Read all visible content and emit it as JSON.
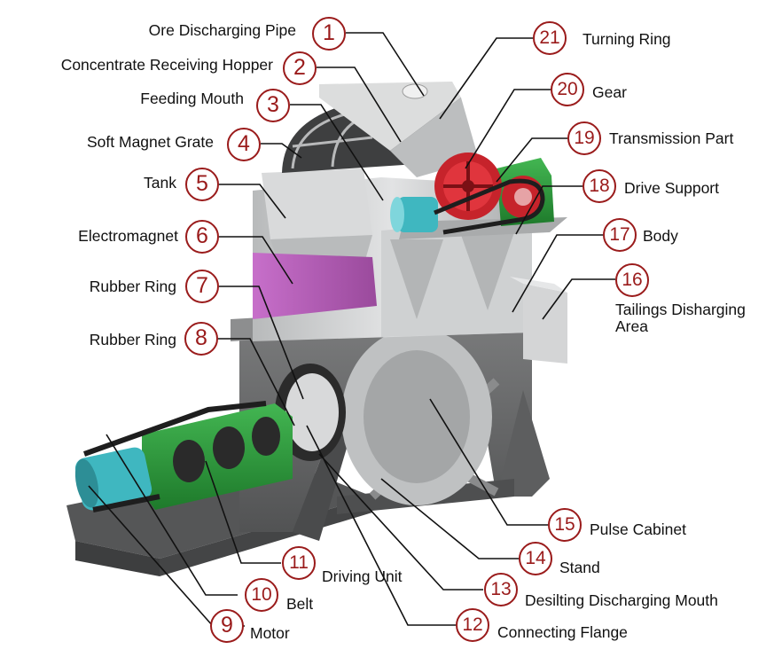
{
  "parts": [
    {
      "num": "1",
      "label": "Ore Discharging Pipe"
    },
    {
      "num": "2",
      "label": "Concentrate Receiving Hopper"
    },
    {
      "num": "3",
      "label": "Feeding Mouth"
    },
    {
      "num": "4",
      "label": "Soft Magnet Grate"
    },
    {
      "num": "5",
      "label": "Tank"
    },
    {
      "num": "6",
      "label": "Electromagnet"
    },
    {
      "num": "7",
      "label": "Rubber Ring"
    },
    {
      "num": "8",
      "label": "Rubber Ring"
    },
    {
      "num": "9",
      "label": "Motor"
    },
    {
      "num": "10",
      "label": "Belt"
    },
    {
      "num": "11",
      "label": "Driving Unit"
    },
    {
      "num": "12",
      "label": "Connecting Flange"
    },
    {
      "num": "13",
      "label": "Desilting Discharging Mouth"
    },
    {
      "num": "14",
      "label": "Stand"
    },
    {
      "num": "15",
      "label": "Pulse Cabinet"
    },
    {
      "num": "16",
      "label": "Tailings Disharging Area"
    },
    {
      "num": "17",
      "label": "Body"
    },
    {
      "num": "18",
      "label": "Drive Support"
    },
    {
      "num": "19",
      "label": "Transmission Part"
    },
    {
      "num": "20",
      "label": "Gear"
    },
    {
      "num": "21",
      "label": "Turning Ring"
    }
  ],
  "colors": {
    "callout": "#9a1b1b",
    "steel": "#c9cbcc",
    "frame": "#6e6f70",
    "electromagnet": "#b05cb2",
    "gearbox": "#2e9a3d",
    "motor": "#3fb7c0",
    "gear": "#c6232b"
  }
}
